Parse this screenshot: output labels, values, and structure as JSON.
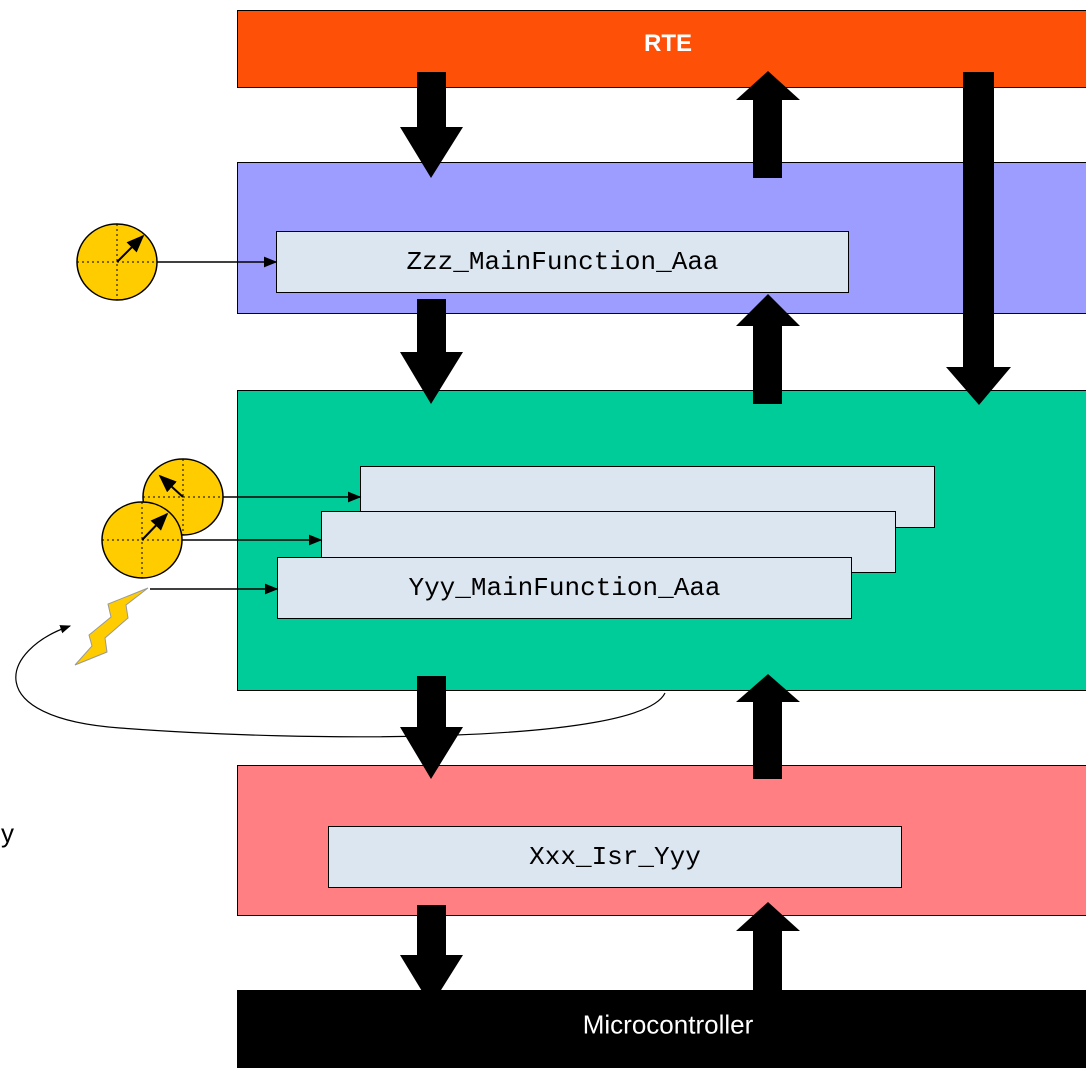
{
  "colors": {
    "rte": "#ff5008",
    "application_layer": "#9d9dff",
    "middle_layer": "#00cc99",
    "driver_layer": "#ff7f82",
    "microcontroller": "#000000",
    "function_box": "#dce6f0",
    "timer": "#ffcc00",
    "interrupt": "#ffcc00"
  },
  "rte": {
    "label": "RTE"
  },
  "microcontroller": {
    "label": "Microcontroller"
  },
  "functions": {
    "upper": "Zzz_MainFunction_Aaa",
    "middle": "Yyy_MainFunction_Aaa",
    "lower": "Xxx_Isr_Yyy"
  },
  "stray_text": "y",
  "icons": [
    "timer-icon",
    "timer-icon",
    "timer-icon",
    "interrupt-lightning-icon"
  ]
}
